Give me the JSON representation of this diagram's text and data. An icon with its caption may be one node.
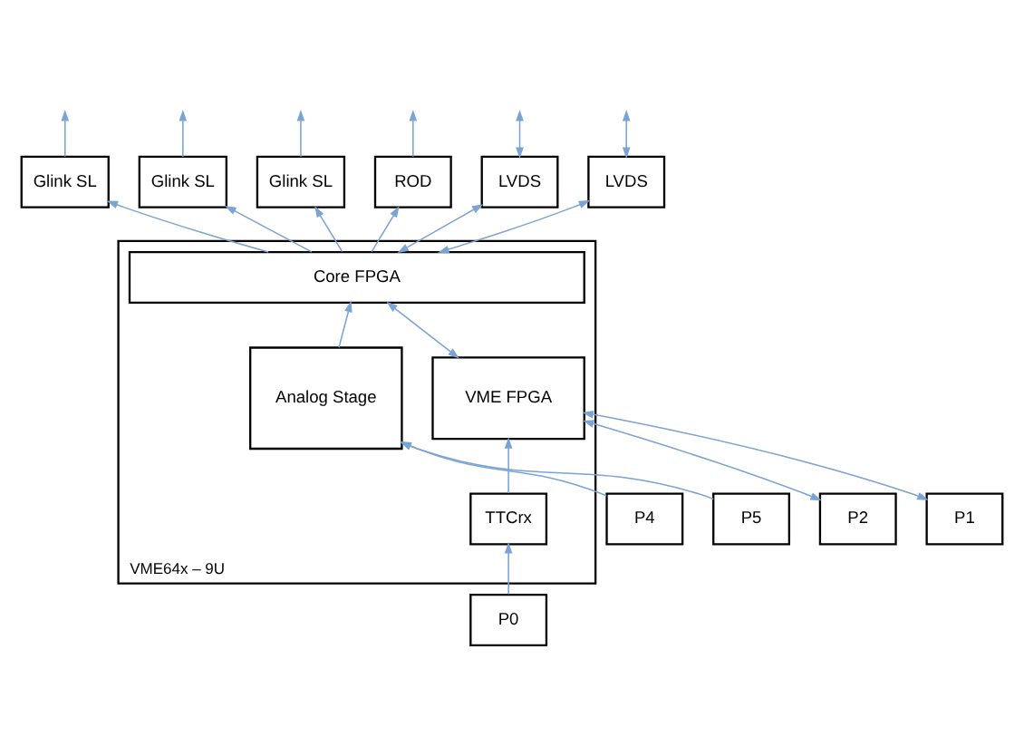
{
  "diagram": {
    "nodes": [
      {
        "text": [
          "VME64x – 9U"
        ]
      },
      {
        "text": [
          "Glink SL"
        ]
      },
      {
        "text": [
          "Glink SL"
        ]
      },
      {
        "text": [
          "Glink SL"
        ]
      },
      {
        "text": [
          "ROD"
        ]
      },
      {
        "text": [
          "LVDS"
        ]
      },
      {
        "text": [
          "LVDS"
        ]
      },
      {
        "text": [
          "Core FPGA"
        ],
        "in": 0
      },
      {
        "text": [
          "Analog Stage"
        ],
        "in": 0
      },
      {
        "text": [
          "VME FPGA"
        ],
        "in": 0
      },
      {
        "text": [
          "TTCrx"
        ],
        "in": 0
      },
      {
        "text": [
          "P4"
        ]
      },
      {
        "text": [
          "P5"
        ]
      },
      {
        "text": [
          "P2"
        ]
      },
      {
        "text": [
          "P0"
        ]
      },
      {
        "text": [
          "P1"
        ]
      }
    ],
    "edges": [
      {
        "from": 1,
        "to": null,
        "arrow": "to"
      },
      {
        "from": 2,
        "to": null,
        "arrow": "to"
      },
      {
        "from": 3,
        "to": null,
        "arrow": "to"
      },
      {
        "from": 4,
        "to": null,
        "arrow": "to"
      },
      {
        "from": 5,
        "to": null,
        "arrow": "both"
      },
      {
        "from": 6,
        "to": null,
        "arrow": "both"
      },
      {
        "from": 7,
        "to": 1,
        "arrow": "to"
      },
      {
        "from": 7,
        "to": 2,
        "arrow": "to"
      },
      {
        "from": 7,
        "to": 3,
        "arrow": "to"
      },
      {
        "from": 7,
        "to": 4,
        "arrow": "to"
      },
      {
        "from": 7,
        "to": 5,
        "arrow": "both"
      },
      {
        "from": 7,
        "to": 6,
        "arrow": "both"
      },
      {
        "from": 8,
        "to": 7,
        "arrow": "to"
      },
      {
        "from": 9,
        "to": 7,
        "arrow": "both"
      },
      {
        "from": 11,
        "to": 8,
        "arrow": "to"
      },
      {
        "from": 12,
        "to": 8,
        "arrow": "to"
      },
      {
        "from": 13,
        "to": 9,
        "arrow": "both"
      },
      {
        "from": 10,
        "to": 9,
        "arrow": "to"
      },
      {
        "from": 14,
        "to": 10,
        "arrow": "to"
      },
      {
        "from": 15,
        "to": 9,
        "arrow": "both"
      }
    ]
  }
}
